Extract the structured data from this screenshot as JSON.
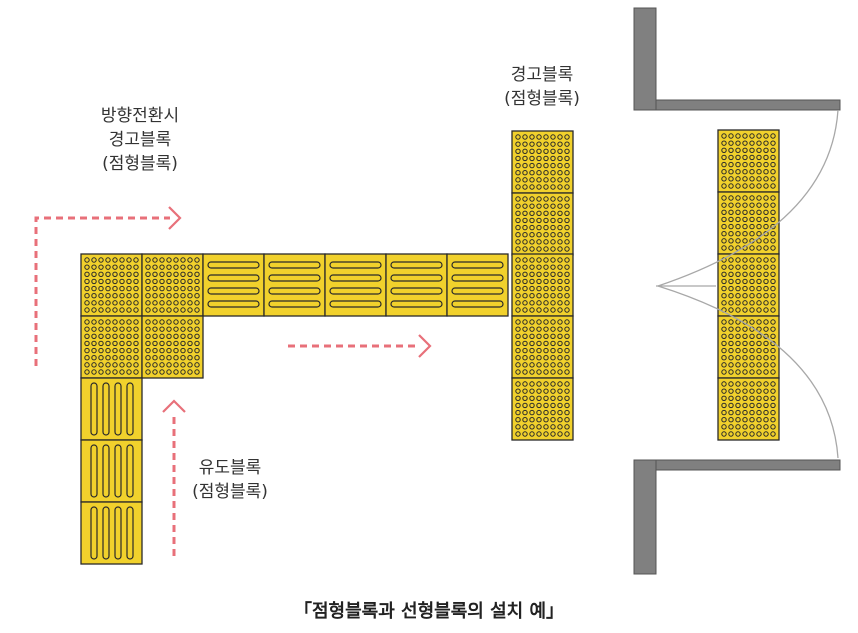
{
  "labels": {
    "turn_warning": [
      "방향전환시",
      "경고블록",
      "(점형블록)"
    ],
    "top_warning": [
      "경고블록",
      "(점형블록)"
    ],
    "guide": [
      "유도블록",
      "(점형블록)"
    ]
  },
  "caption": "「점형블록과 선형블록의 설치 예」",
  "colors": {
    "block_fill": "#f1d12c",
    "block_stroke": "#2a2a2a",
    "arrow": "#e8707a",
    "wall": "#808080",
    "door_arc": "#a8a8a8"
  },
  "icons": {
    "dot_block": "dot-pattern-tile",
    "bar_block": "line-pattern-tile",
    "arrow": "dashed-arrow"
  }
}
